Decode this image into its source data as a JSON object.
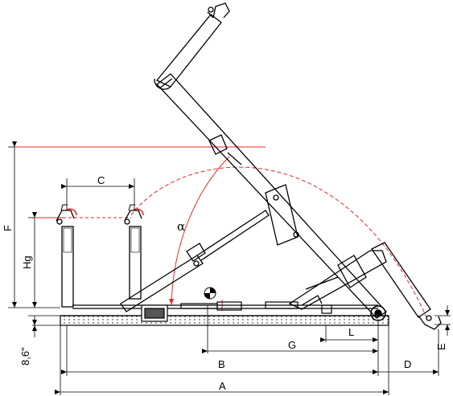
{
  "labels": {
    "a": "A",
    "b": "B",
    "c": "C",
    "d": "D",
    "e": "E",
    "f": "F",
    "g": "G",
    "l": "L",
    "hg": "Hg",
    "height_86": "8,6\"",
    "alpha": "α"
  },
  "colors": {
    "ink": "#000000",
    "arc": "#e8262a",
    "dim": "#e8262a"
  }
}
